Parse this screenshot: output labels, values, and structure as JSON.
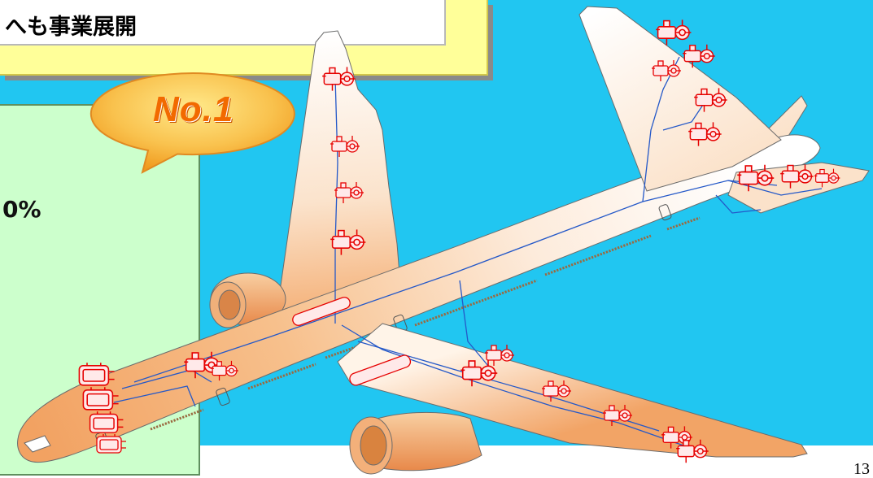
{
  "slide": {
    "title": "へも事業展開",
    "badge": "No.1",
    "highlight_value": "0%",
    "page_number": "13"
  },
  "colors": {
    "sky_background": "#21C6F1",
    "title_frame": "#FFFF99",
    "info_panel": "#CCFFCC",
    "badge_bubble": "#F5A623",
    "badge_text": "#F26A00",
    "component_outline": "#E60000",
    "line_color": "#2458C8"
  }
}
